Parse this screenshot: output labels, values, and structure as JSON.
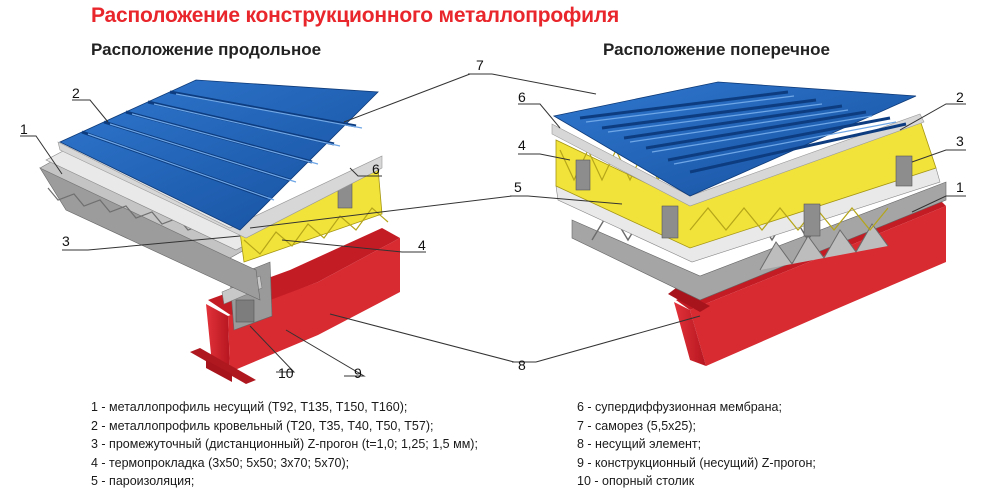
{
  "title": "Расположение конструкционного металлопрофиля",
  "subtitle_left": "Расположение продольное",
  "subtitle_right": "Расположение поперечное",
  "colors": {
    "title": "#e8262b",
    "roof_sheet": "#1e5fb5",
    "insulation": "#f2e33a",
    "steel_beam": "#d3202a",
    "membrane": "#d7d7d7",
    "deck": "#8d8d8d"
  },
  "callouts": {
    "c1": "1",
    "c2": "2",
    "c3": "3",
    "c4": "4",
    "c5": "5",
    "c6": "6",
    "c7": "7",
    "c8": "8",
    "c9": "9",
    "c10": "10"
  },
  "legend_left": [
    "1 - металлопрофиль несущий (Т92, Т135, Т150, Т160);",
    "2 - металлопрофиль кровельный (Т20, Т35, Т40, Т50, Т57);",
    "3 - промежуточный (дистанционный) Z-прогон (t=1,0; 1,25; 1,5 мм);",
    "4 - термопрокладка (3х50; 5х50; 3х70; 5х70);",
    "5 - пароизоляция;"
  ],
  "legend_right": [
    "6 - супердиффузионная мембрана;",
    "7 - саморез (5,5х25);",
    "8 - несущий элемент;",
    "9 - конструкционный (несущий) Z-прогон;",
    "10 - опорный столик"
  ]
}
